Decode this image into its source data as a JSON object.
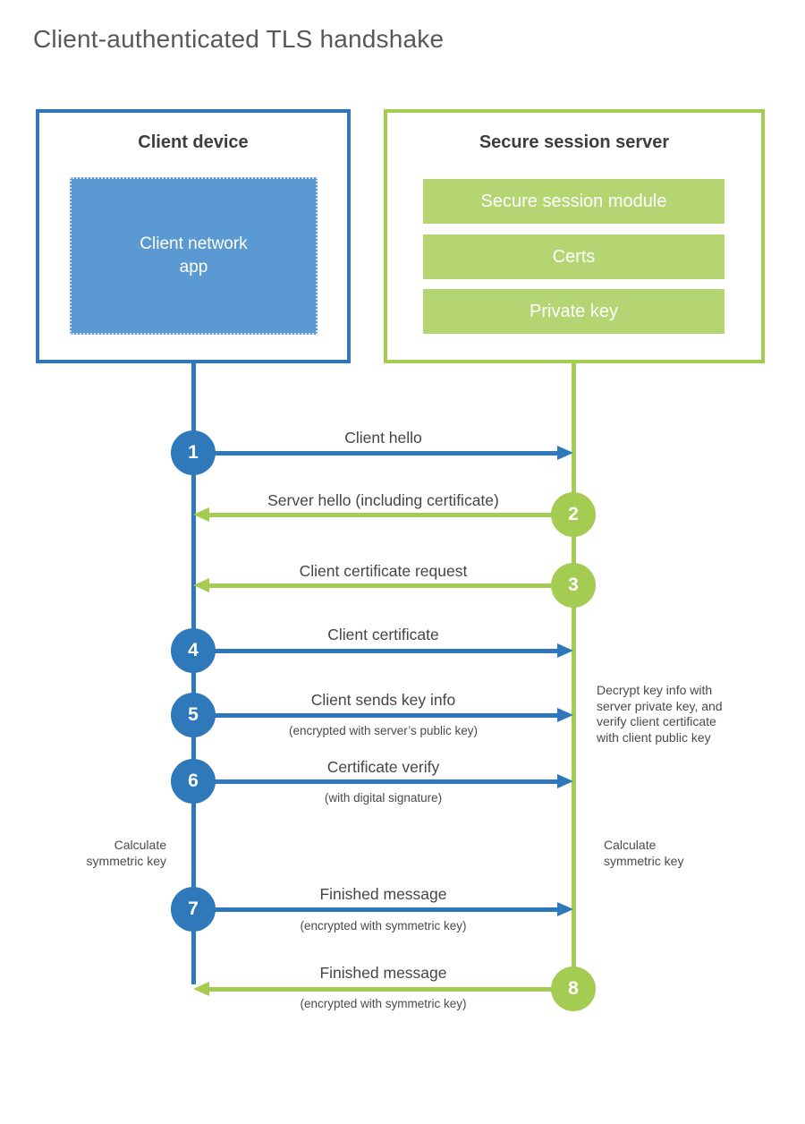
{
  "title": "Client-authenticated TLS handshake",
  "client_box": {
    "title": "Client device",
    "app_label": "Client network\napp"
  },
  "server_box": {
    "title": "Secure session server",
    "modules": [
      "Secure session module",
      "Certs",
      "Private key"
    ]
  },
  "steps": [
    {
      "num": "1",
      "from": "client",
      "direction": "right",
      "label": "Client hello",
      "sub": ""
    },
    {
      "num": "2",
      "from": "server",
      "direction": "left",
      "label": "Server hello (including certificate)",
      "sub": ""
    },
    {
      "num": "3",
      "from": "server",
      "direction": "left",
      "label": "Client certificate request",
      "sub": ""
    },
    {
      "num": "4",
      "from": "client",
      "direction": "right",
      "label": "Client certificate",
      "sub": ""
    },
    {
      "num": "5",
      "from": "client",
      "direction": "right",
      "label": "Client sends key info",
      "sub": "(encrypted with server’s public key)"
    },
    {
      "num": "6",
      "from": "client",
      "direction": "right",
      "label": "Certificate verify",
      "sub": "(with digital signature)"
    },
    {
      "num": "7",
      "from": "client",
      "direction": "right",
      "label": "Finished message",
      "sub": "(encrypted with symmetric key)"
    },
    {
      "num": "8",
      "from": "server",
      "direction": "left",
      "label": "Finished message",
      "sub": "(encrypted with symmetric key)"
    }
  ],
  "notes": {
    "decrypt": "Decrypt key info with\nserver private key, and\nverify client certificate\nwith client public key",
    "calc_left": "Calculate\nsymmetric key",
    "calc_right": "Calculate\nsymmetric key"
  },
  "colors": {
    "client_blue": "#2f78ba",
    "client_fill": "#5b99d2",
    "server_green": "#a5cc52",
    "server_fill": "#b5d472",
    "text_dark": "#3d3d3d",
    "text_label": "#454545"
  }
}
